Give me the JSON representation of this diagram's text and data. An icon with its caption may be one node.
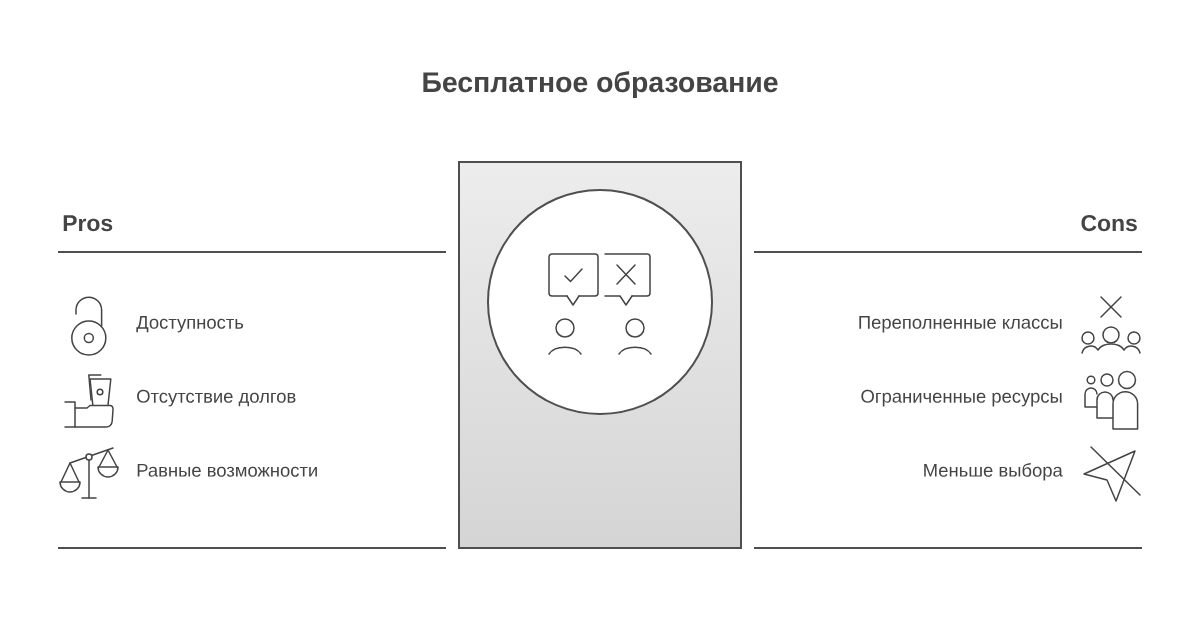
{
  "diagram": {
    "title": "Бесплатное образование",
    "nodes": [
      {
        "text": [],
        "shape": "box"
      },
      {
        "text": [],
        "shape": "circle",
        "in": 0
      }
    ],
    "labels": [
      "Pros",
      "Доступность",
      "Отсутствие долгов",
      "Равные возможности",
      "Cons",
      "Переполненные классы",
      "Ограниченные ресурсы",
      "Меньше выбора"
    ]
  }
}
